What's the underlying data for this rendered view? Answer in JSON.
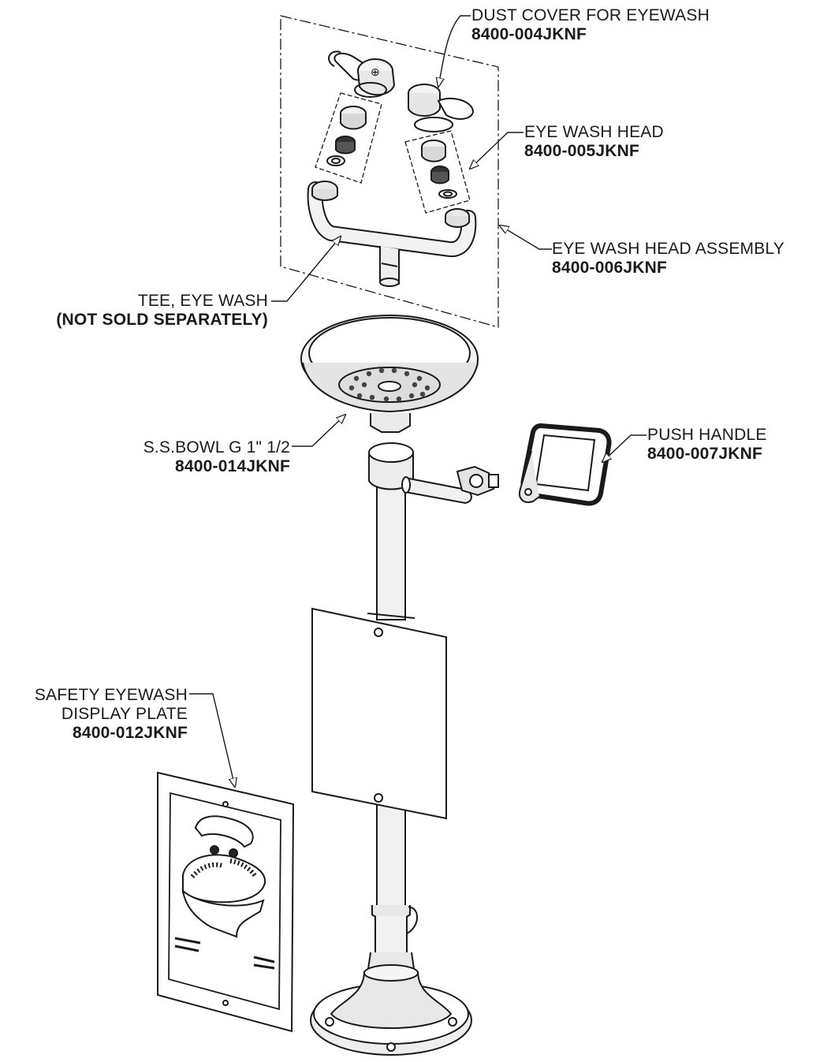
{
  "callouts": {
    "dust_cover": {
      "name": "DUST COVER FOR EYEWASH",
      "part": "8400-004JKNF"
    },
    "eye_wash_head": {
      "name": "EYE WASH HEAD",
      "part": "8400-005JKNF"
    },
    "head_assembly": {
      "name": "EYE WASH HEAD ASSEMBLY",
      "part": "8400-006JKNF"
    },
    "tee": {
      "name": "TEE, EYE WASH",
      "note": "(NOT SOLD SEPARATELY)"
    },
    "bowl": {
      "name": "S.S.BOWL G 1\" 1/2",
      "part": "8400-014JKNF"
    },
    "push_handle": {
      "name": "PUSH HANDLE",
      "part": "8400-007JKNF"
    },
    "display_plate": {
      "name_line1": "SAFETY EYEWASH",
      "name_line2": "DISPLAY PLATE",
      "part": "8400-012JKNF"
    }
  },
  "colors": {
    "line": "#1a1a1a",
    "fill_light": "#ececec",
    "fill_mid": "#d0d0d0",
    "fill_dark": "#555555"
  }
}
